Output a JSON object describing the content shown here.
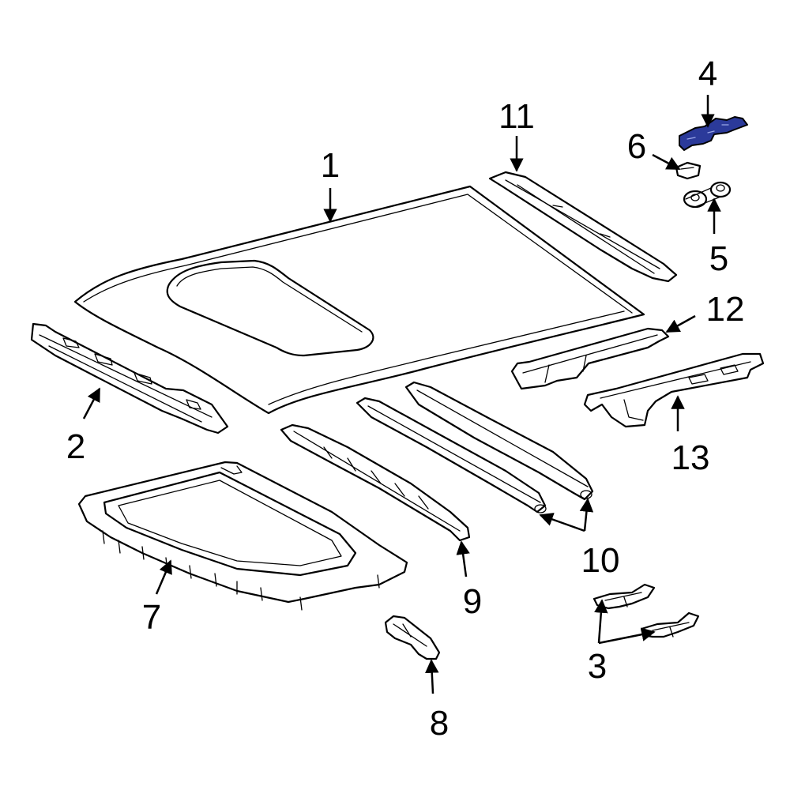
{
  "highlight_color": "#2b3a9a",
  "line_color": "#000000",
  "background_color": "#ffffff",
  "callouts": {
    "c1": "1",
    "c2": "2",
    "c3": "3",
    "c4": "4",
    "c5": "5",
    "c6": "6",
    "c7": "7",
    "c8": "8",
    "c9": "9",
    "c10": "10",
    "c11": "11",
    "c12": "12",
    "c13": "13"
  }
}
